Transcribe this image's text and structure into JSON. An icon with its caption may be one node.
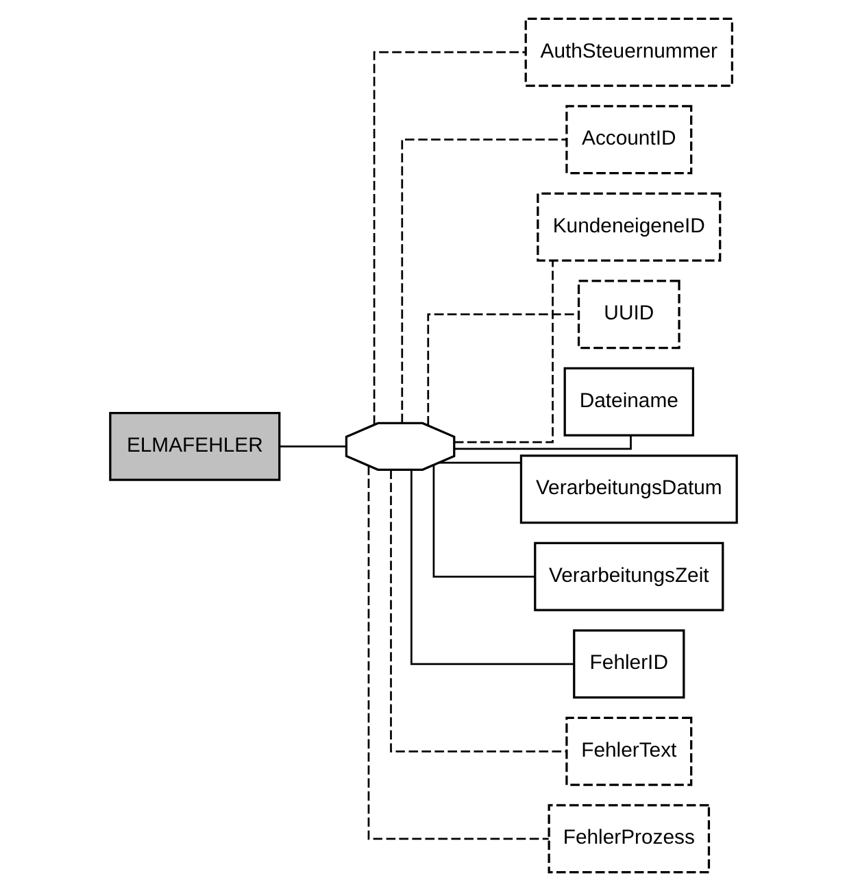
{
  "diagram": {
    "nodes": [
      {
        "text": [
          "ELMAFEHLER"
        ]
      },
      {
        "text": [],
        "shape": "octagon"
      },
      {
        "text": [
          "AuthSteuernummer"
        ]
      },
      {
        "text": [
          "AccountID"
        ]
      },
      {
        "text": [
          "KundeneigeneID"
        ]
      },
      {
        "text": [
          "UUID"
        ]
      },
      {
        "text": [
          "Dateiname"
        ]
      },
      {
        "text": [
          "VerarbeitungsDatum"
        ]
      },
      {
        "text": [
          "VerarbeitungsZeit"
        ]
      },
      {
        "text": [
          "FehlerID"
        ]
      },
      {
        "text": [
          "FehlerText"
        ]
      },
      {
        "text": [
          "FehlerProzess"
        ]
      }
    ],
    "edges": [
      {
        "from": 0,
        "to": 1,
        "arrow": "none"
      },
      {
        "from": 1,
        "to": 2,
        "arrow": "none",
        "style": "dashed"
      },
      {
        "from": 1,
        "to": 3,
        "arrow": "none",
        "style": "dashed"
      },
      {
        "from": 1,
        "to": 4,
        "arrow": "none",
        "style": "dashed"
      },
      {
        "from": 1,
        "to": 5,
        "arrow": "none",
        "style": "dashed"
      },
      {
        "from": 1,
        "to": 6,
        "arrow": "none"
      },
      {
        "from": 1,
        "to": 7,
        "arrow": "none"
      },
      {
        "from": 1,
        "to": 8,
        "arrow": "none"
      },
      {
        "from": 1,
        "to": 9,
        "arrow": "none"
      },
      {
        "from": 1,
        "to": 10,
        "arrow": "none",
        "style": "dashed"
      },
      {
        "from": 1,
        "to": 11,
        "arrow": "none",
        "style": "dashed"
      }
    ]
  }
}
